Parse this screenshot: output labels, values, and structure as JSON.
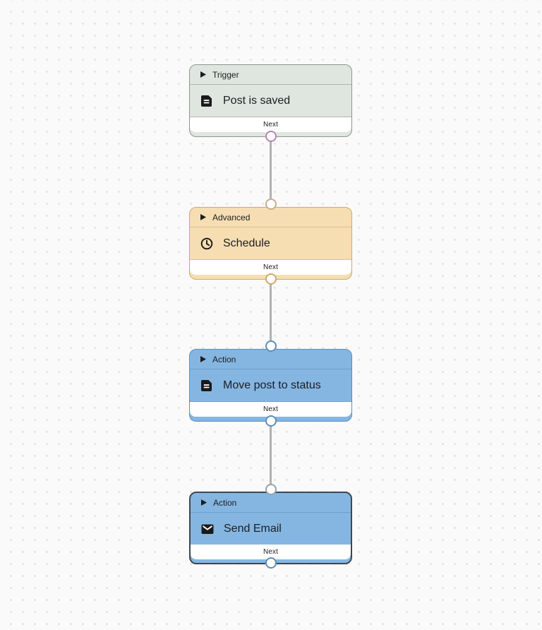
{
  "canvas": {
    "background_color": "#fafafa",
    "dot_color": "#d2d2d2",
    "edge_color": "#b1b1b1"
  },
  "nodes": [
    {
      "category": "Trigger",
      "label": "Post is saved",
      "icon": "document-icon",
      "footer": "Next",
      "selected": false,
      "colors": {
        "fill": "#dfe6df",
        "border": "#8f968f",
        "divider": "#adb5ad",
        "output_handle": "#b584b5"
      }
    },
    {
      "category": "Advanced",
      "label": "Schedule",
      "icon": "clock-icon",
      "footer": "Next",
      "selected": false,
      "colors": {
        "fill": "#f6deb2",
        "border": "#cda967",
        "divider": "#ddc18a",
        "input_handle": "#c3ae8c",
        "output_handle": "#cda967"
      }
    },
    {
      "category": "Action",
      "label": "Move post to status",
      "icon": "document-icon",
      "footer": "Next",
      "selected": false,
      "colors": {
        "fill": "#85b6e2",
        "border": "#5e8db8",
        "divider": "#6f9dc7",
        "input_handle": "#5e8db8",
        "output_handle": "#5e8db8"
      }
    },
    {
      "category": "Action",
      "label": "Send Email",
      "icon": "envelope-icon",
      "footer": "Next",
      "selected": true,
      "colors": {
        "fill": "#85b6e2",
        "border": "#3d4751",
        "divider": "#6f9dc7",
        "input_handle": "#97a1ab",
        "output_handle": "#5e8db8"
      }
    }
  ],
  "edges": [
    {
      "from": 0,
      "to": 1
    },
    {
      "from": 1,
      "to": 2
    },
    {
      "from": 2,
      "to": 3
    }
  ]
}
